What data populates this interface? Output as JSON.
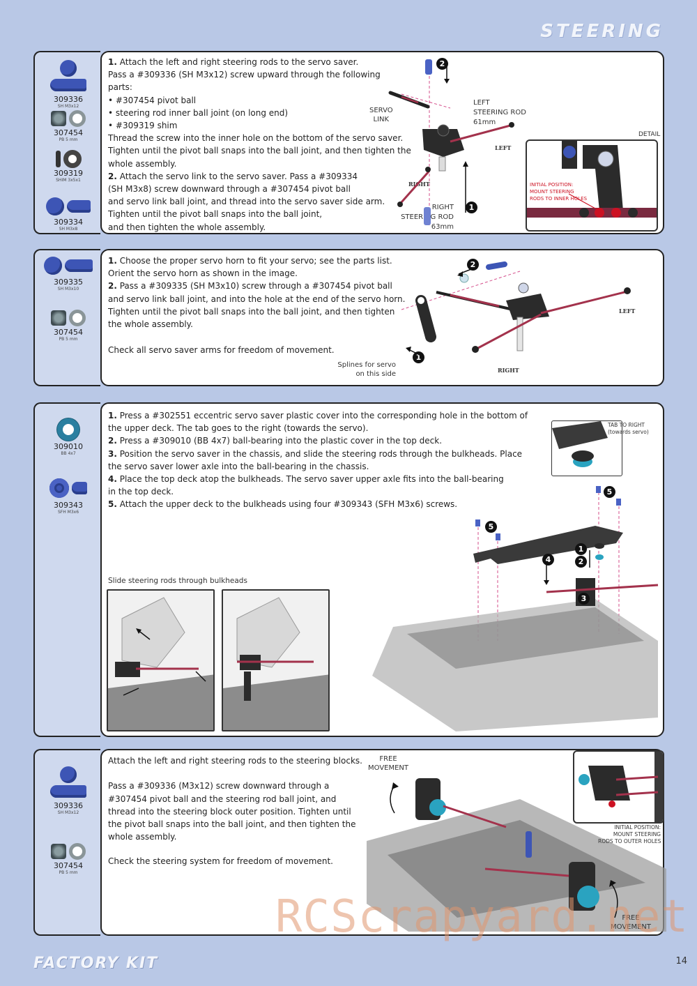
{
  "header": {
    "title": "STEERING"
  },
  "footer": {
    "brand": "FACTORY KIT",
    "page_number": "14",
    "watermark": "RCScrapyard.net"
  },
  "section1": {
    "parts": [
      {
        "num": "309336",
        "desc": "SH M3x12"
      },
      {
        "num": "307454",
        "desc": "PB 5 mm"
      },
      {
        "num": "309319",
        "desc": "SHIM 3x5x1"
      },
      {
        "num": "309334",
        "desc": "SH M3x8"
      }
    ],
    "lines": [
      {
        "step": "1.",
        "text": " Attach the left and right steering rods to the servo saver."
      },
      {
        "step": "",
        "text": "Pass a #309336 (SH M3x12) screw upward through the following"
      },
      {
        "step": "",
        "text": "parts:"
      },
      {
        "step": "",
        "text": "• #307454 pivot ball"
      },
      {
        "step": "",
        "text": "• steering rod inner ball joint (on long end)"
      },
      {
        "step": "",
        "text": "• #309319 shim"
      },
      {
        "step": "",
        "text": "Thread the screw into the inner hole on the bottom of the servo saver."
      },
      {
        "step": "",
        "text": "Tighten until the pivot ball snaps into the ball joint, and then tighten the"
      },
      {
        "step": "",
        "text": "whole assembly."
      },
      {
        "step": "2.",
        "text": " Attach the servo link to the servo saver. Pass a #309334"
      },
      {
        "step": "",
        "text": "(SH M3x8) screw downward through a #307454 pivot ball"
      },
      {
        "step": "",
        "text": "and servo link ball joint, and thread into the servo saver side arm."
      },
      {
        "step": "",
        "text": "Tighten until the pivot ball snaps into the ball joint,"
      },
      {
        "step": "",
        "text": "and then tighten the whole assembly."
      }
    ],
    "labels": {
      "servo_link": "SERVO\nLINK",
      "left_rod": "LEFT\nSTEERING ROD\n61mm",
      "right_rod": "RIGHT\nSTEERING ROD\n63mm",
      "detail": "DETAIL",
      "initial_position": "INITIAL POSITION:\nMOUNT STEERING\nRODS TO INNER HOLES",
      "left_tag": "LEFT",
      "right_tag": "RIGHT",
      "step1": "1",
      "step2": "2"
    }
  },
  "section2": {
    "parts": [
      {
        "num": "309335",
        "desc": "SH M3x10"
      },
      {
        "num": "307454",
        "desc": "PB 5 mm"
      }
    ],
    "lines": [
      {
        "step": "1.",
        "text": " Choose the proper servo horn to fit your servo; see the parts list."
      },
      {
        "step": "",
        "text": "Orient the servo horn as shown in the image."
      },
      {
        "step": "2.",
        "text": " Pass a #309335 (SH M3x10) screw through a #307454 pivot ball"
      },
      {
        "step": "",
        "text": "and servo link ball joint, and into the hole at the end of the servo horn."
      },
      {
        "step": "",
        "text": "Tighten until the pivot ball snaps into the ball joint, and then tighten"
      },
      {
        "step": "",
        "text": "the whole assembly."
      }
    ],
    "check": "Check all servo saver arms for freedom of movement.",
    "labels": {
      "splines": "Splines for servo\non this side",
      "left_tag": "LEFT",
      "right_tag": "RIGHT",
      "step1": "1",
      "step2": "2"
    }
  },
  "section3": {
    "parts": [
      {
        "num": "309010",
        "desc": "BB 4x7"
      },
      {
        "num": "309343",
        "desc": "SFH M3x6"
      }
    ],
    "lines": [
      {
        "step": "1.",
        "text": " Press a #302551 eccentric servo saver plastic cover into the corresponding hole in the bottom of"
      },
      {
        "step": "",
        "text": "the upper deck. The tab goes to the right (towards the servo)."
      },
      {
        "step": "2.",
        "text": " Press a #309010 (BB 4x7) ball-bearing into the plastic cover in the top deck."
      },
      {
        "step": "3.",
        "text": " Position the servo saver in the chassis, and slide the steering rods through the bulkheads. Place"
      },
      {
        "step": "",
        "text": "the servo saver lower axle into the ball-bearing in the chassis."
      },
      {
        "step": "4.",
        "text": " Place the top deck atop the bulkheads. The servo saver upper axle fits into the ball-bearing"
      },
      {
        "step": "",
        "text": "in the top deck."
      },
      {
        "step": "5.",
        "text": " Attach the upper deck to the bulkheads using four #309343 (SFH M3x6) screws."
      }
    ],
    "labels": {
      "slide": "Slide steering rods through bulkheads",
      "tab": "TAB TO RIGHT\n(towards servo)",
      "s1": "1",
      "s2": "2",
      "s3": "3",
      "s4": "4",
      "s5": "5"
    }
  },
  "section4": {
    "parts": [
      {
        "num": "309336",
        "desc": "SH M3x12"
      },
      {
        "num": "307454",
        "desc": "PB 5 mm"
      }
    ],
    "lines": [
      {
        "step": "",
        "text": "Attach the left and right steering rods to the steering blocks."
      },
      {
        "step": "",
        "text": ""
      },
      {
        "step": "",
        "text": "Pass a #309336 (M3x12) screw downward through a"
      },
      {
        "step": "",
        "text": "#307454 pivot ball and the steering rod ball joint, and"
      },
      {
        "step": "",
        "text": "thread into the steering block outer position. Tighten until"
      },
      {
        "step": "",
        "text": "the pivot ball snaps into the ball joint, and then tighten the"
      },
      {
        "step": "",
        "text": "whole assembly."
      }
    ],
    "check": "Check the steering system for freedom of movement.",
    "labels": {
      "free1": "FREE\nMOVEMENT",
      "free2": "FREE\nMOVEMENT",
      "initial_position": "INITIAL POSITION:\nMOUNT STEERING\nRODS TO OUTER HOLES"
    }
  },
  "colors": {
    "background": "#b9c8e6",
    "part_blue": "#3d55b5",
    "rod_red": "#a3324c",
    "carbon": "#3a3a3a",
    "bearing_cyan": "#2aa3c0"
  }
}
